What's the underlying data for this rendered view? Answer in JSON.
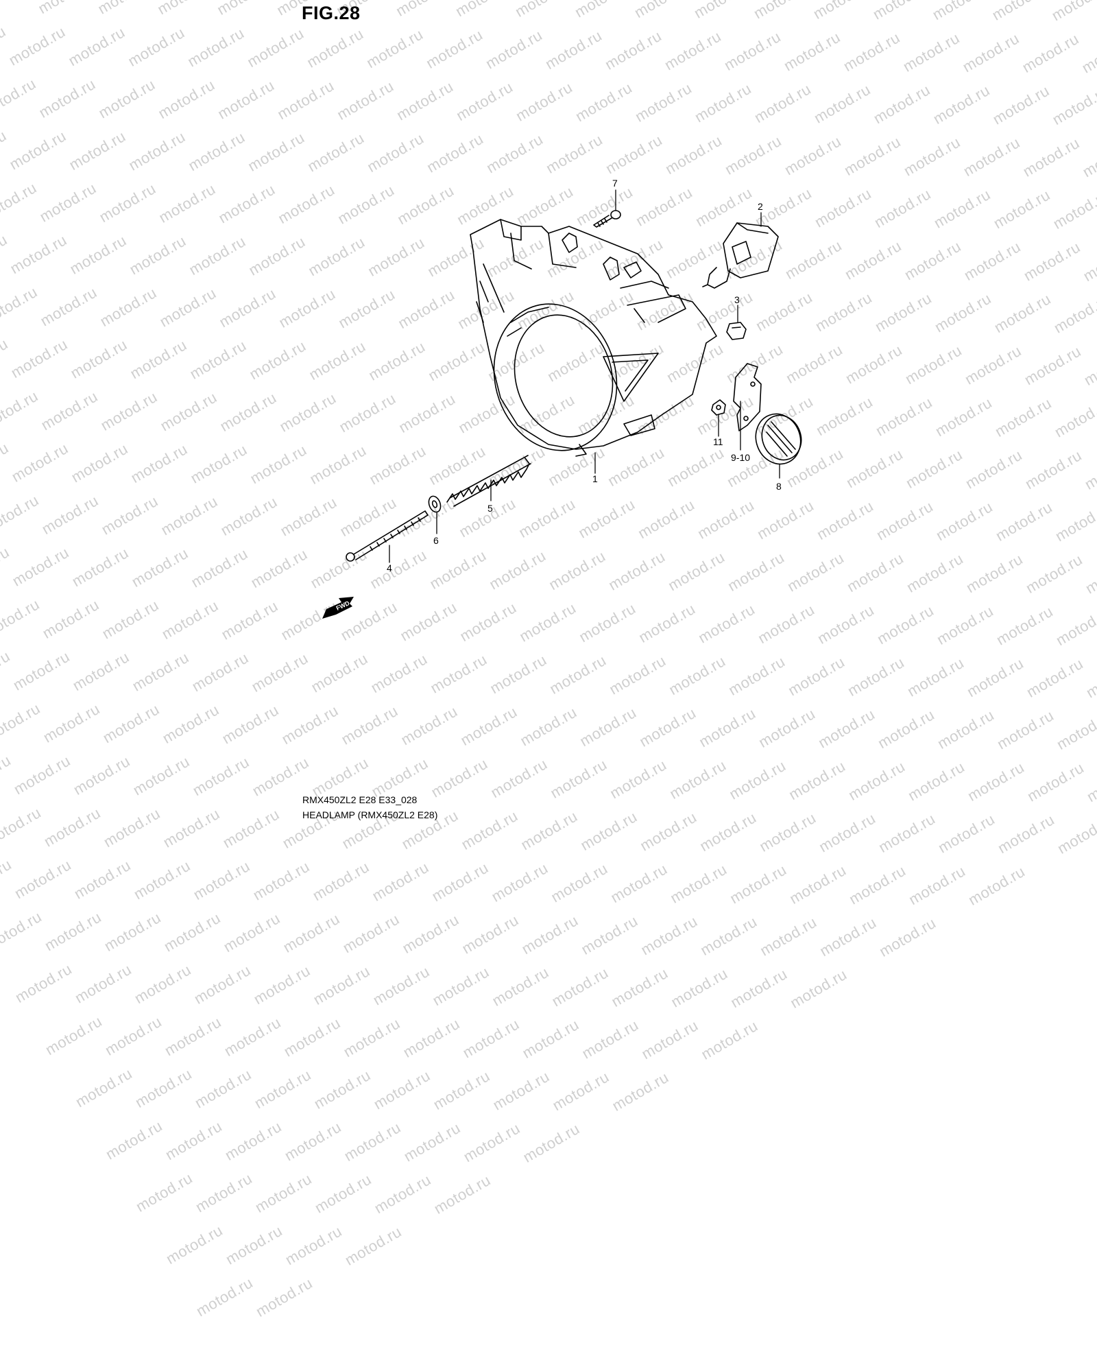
{
  "figure": {
    "title": "FIG.28",
    "watermark_text": "motod.ru",
    "model_code": "RMX450ZL2 E28 E33_028",
    "description": "HEADLAMP (RMX450ZL2 E28)",
    "direction_arrow": "FWD"
  },
  "callouts": [
    {
      "id": "part-1",
      "label": "1"
    },
    {
      "id": "part-2",
      "label": "2"
    },
    {
      "id": "part-3",
      "label": "3"
    },
    {
      "id": "part-4",
      "label": "4"
    },
    {
      "id": "part-5",
      "label": "5"
    },
    {
      "id": "part-6",
      "label": "6"
    },
    {
      "id": "part-7",
      "label": "7"
    },
    {
      "id": "part-8",
      "label": "8"
    },
    {
      "id": "part-9-10",
      "label": "9-10"
    },
    {
      "id": "part-11",
      "label": "11"
    }
  ],
  "colors": {
    "line": "#000000",
    "watermark": "#cfcfcf",
    "background": "#ffffff"
  }
}
